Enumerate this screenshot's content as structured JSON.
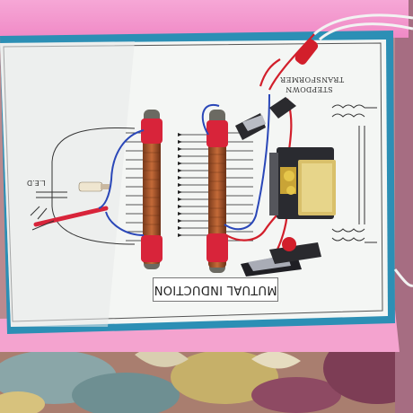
{
  "board": {
    "title": "MUTUAL INDUCTION",
    "transformer_line1": "STEPDOWN",
    "transformer_line2": "TRANSFORMER",
    "led_label": "L.E.D"
  }
}
